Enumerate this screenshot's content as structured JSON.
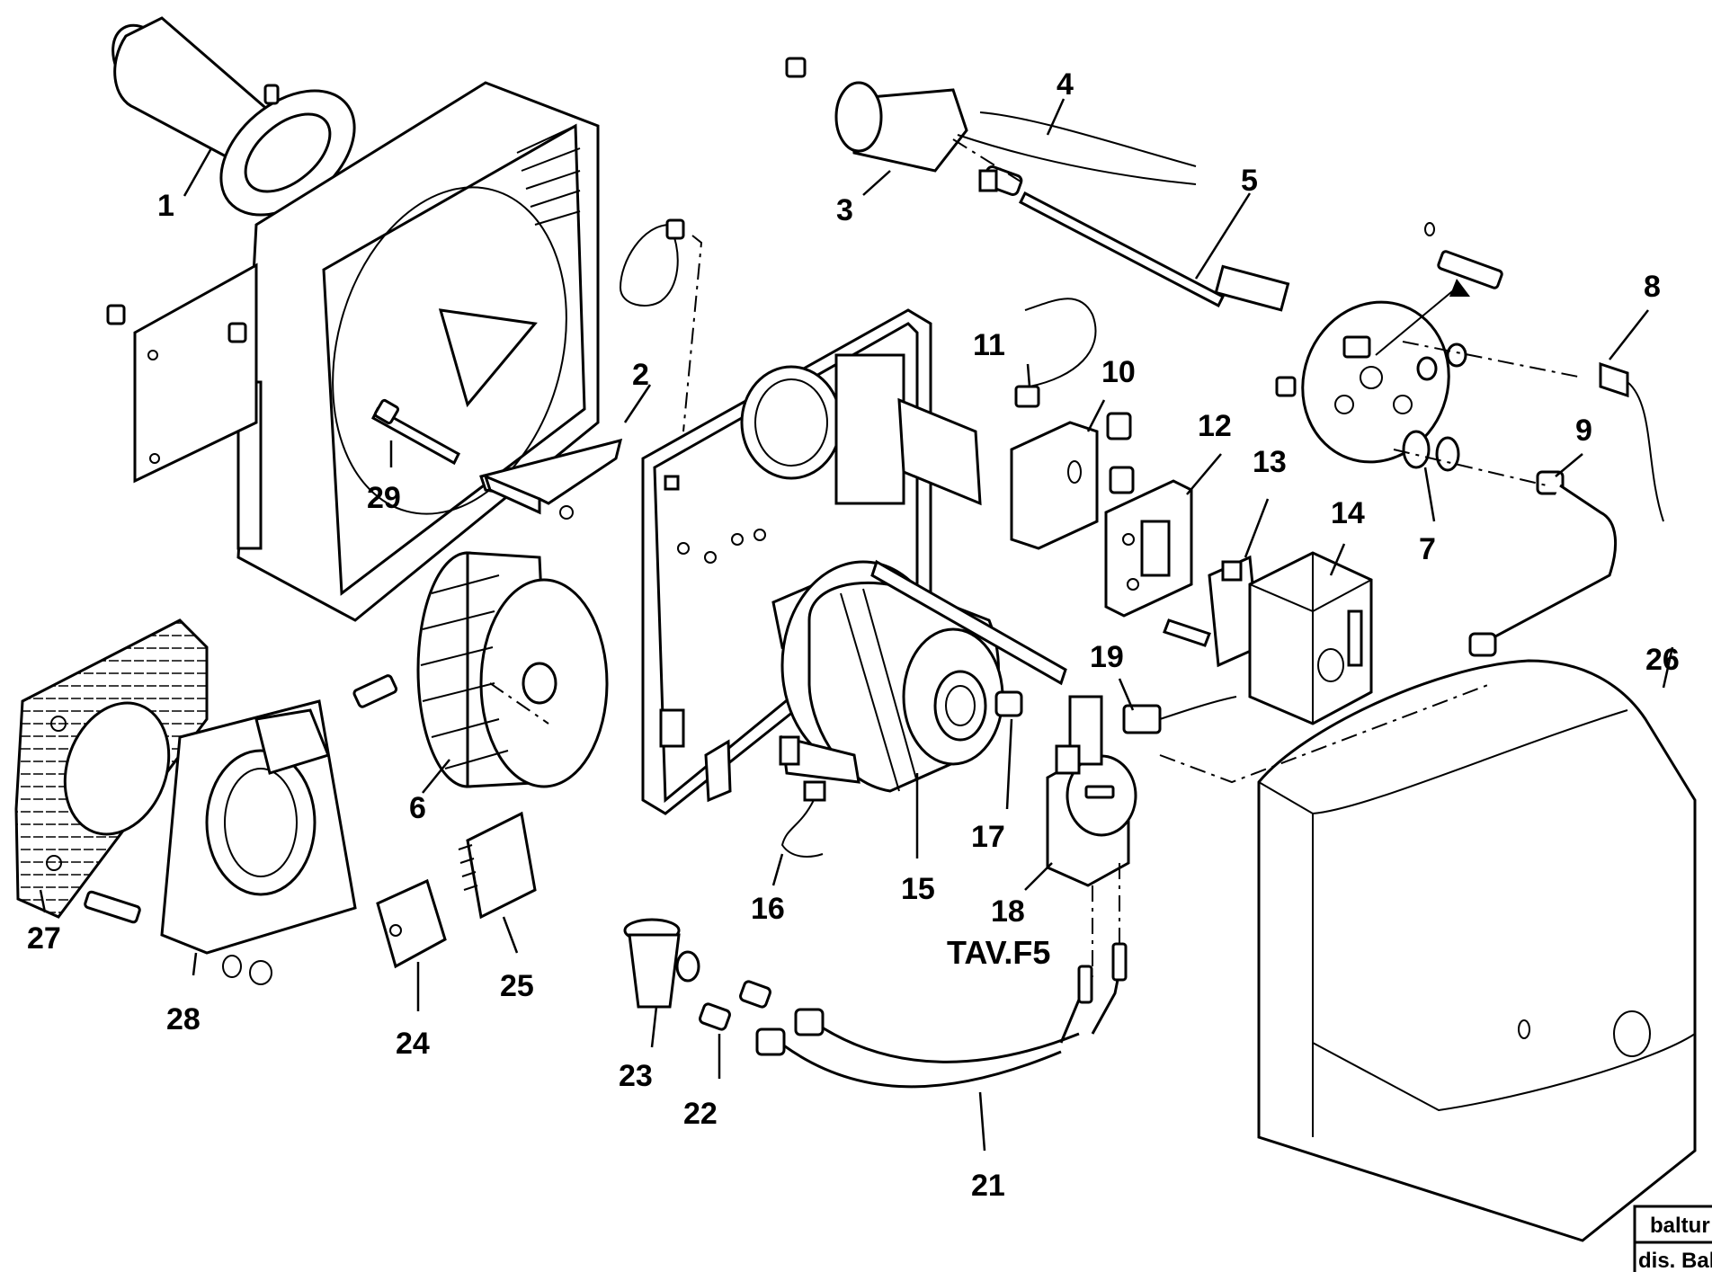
{
  "drawing": {
    "tav_label": "TAV.F5",
    "titleblock": {
      "brand": "baltur",
      "designer": "dis. Bal"
    }
  },
  "parts": [
    {
      "id": "1",
      "label": "1"
    },
    {
      "id": "2",
      "label": "2"
    },
    {
      "id": "3",
      "label": "3"
    },
    {
      "id": "4",
      "label": "4"
    },
    {
      "id": "5",
      "label": "5"
    },
    {
      "id": "6",
      "label": "6"
    },
    {
      "id": "7",
      "label": "7"
    },
    {
      "id": "8",
      "label": "8"
    },
    {
      "id": "9",
      "label": "9"
    },
    {
      "id": "10",
      "label": "10"
    },
    {
      "id": "11",
      "label": "11"
    },
    {
      "id": "12",
      "label": "12"
    },
    {
      "id": "13",
      "label": "13"
    },
    {
      "id": "14",
      "label": "14"
    },
    {
      "id": "15",
      "label": "15"
    },
    {
      "id": "16",
      "label": "16"
    },
    {
      "id": "17",
      "label": "17"
    },
    {
      "id": "18",
      "label": "18"
    },
    {
      "id": "19",
      "label": "19"
    },
    {
      "id": "21",
      "label": "21"
    },
    {
      "id": "22",
      "label": "22"
    },
    {
      "id": "23",
      "label": "23"
    },
    {
      "id": "24",
      "label": "24"
    },
    {
      "id": "25",
      "label": "25"
    },
    {
      "id": "26",
      "label": "26"
    },
    {
      "id": "27",
      "label": "27"
    },
    {
      "id": "28",
      "label": "28"
    },
    {
      "id": "29",
      "label": "29"
    }
  ]
}
